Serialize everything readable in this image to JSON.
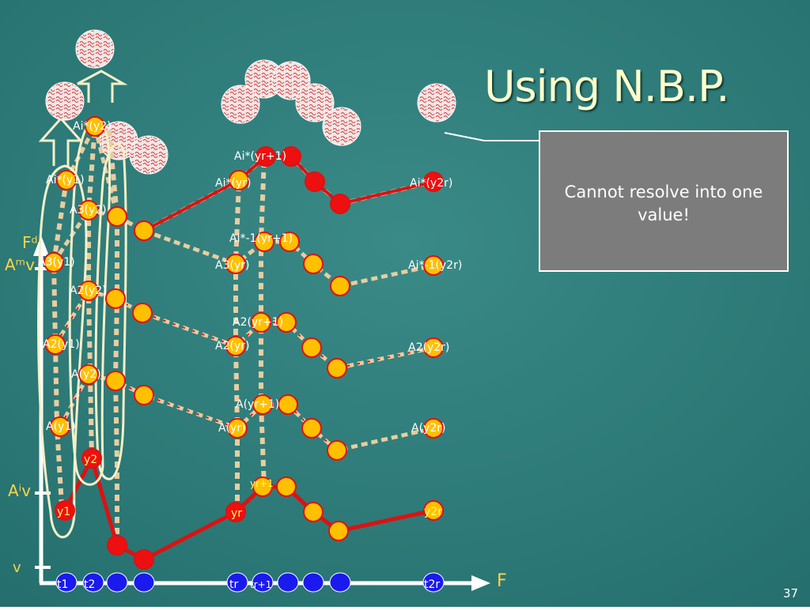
{
  "slide": {
    "title": "Using N.B.P.",
    "callout_text": "Cannot resolve into one value!",
    "page_number": "37"
  },
  "axis_labels": {
    "x_axis": "F",
    "y_top": "Fᵈ",
    "y_amv": "Aᵐv",
    "y_aiv": "Aⁱv",
    "y_v": "v"
  },
  "x_ticks": [
    "t1",
    "t2",
    "tr",
    "tr+1",
    "t2r"
  ],
  "levels": {
    "y": [
      "y1",
      "y2",
      "yr",
      "yr+1",
      "y2r"
    ],
    "A": [
      "A(y1)",
      "A(y2)",
      "A(yr)",
      "A(yr+1)",
      "A(y2r)"
    ],
    "A2": [
      "A2(y1)",
      "A2(y2)",
      "A2(yr)",
      "A2(yr+1)",
      "A2(y2r)"
    ],
    "A3": [
      "A3(y1)",
      "A3(y2)",
      "A3(yr)",
      "Ai*-1(yr+1)",
      "Ai*-1(y2r)"
    ],
    "Ai*": [
      "Ai*(y1)",
      "Ai*(y2)",
      "Ai*(yr)",
      "Ai*(yr+1)",
      "Ai*(y2r)"
    ]
  },
  "colors": {
    "background": "#2e7a78",
    "path_red": "#dd1111",
    "node_yellow": "#ffc000",
    "node_red": "#ee1010",
    "tick_blue": "#1a1aee",
    "dashed_trail": "#e8cda0"
  }
}
